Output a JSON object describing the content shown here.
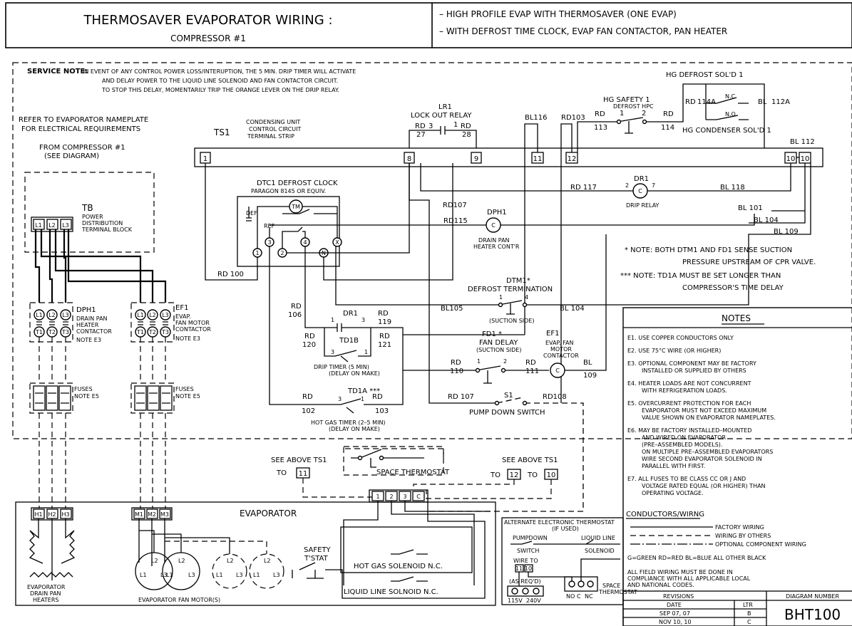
{
  "title": {
    "main": "THERMOSAVER EVAPORATOR WIRING :",
    "sub": "COMPRESSOR #1",
    "notes": [
      "– HIGH PROFILE EVAP WITH THERMOSAVER (ONE EVAP)",
      "– WITH DEFROST TIME CLOCK, EVAP FAN CONTACTOR, PAN HEATER"
    ]
  },
  "service_note": {
    "label": "SERVICE NOTE:",
    "lines": [
      "IN EVENT OF ANY CONTROL POWER LOSS/INTERUPTION, THE 5 MIN. DRIP TIMER WILL ACTIVATE",
      "AND DELAY POWER TO THE LIQUID LINE SOLENOID AND FAN CONTACTOR CIRCUIT.",
      "TO STOP THIS DELAY, MOMENTARILY TRIP THE ORANGE LEVER ON THE DRIP RELAY."
    ]
  },
  "refer": [
    "REFER TO EVAPORATOR NAMEPLATE",
    "FOR ELECTRICAL REQUIREMENTS"
  ],
  "from_comp": [
    "FROM COMPRESSOR #1",
    "(SEE DIAGRAM)"
  ],
  "ts1": {
    "id": "TS1",
    "desc": [
      "CONDENSING UNIT",
      "CONTROL CIRCUIT",
      "TERMINAL STRIP"
    ],
    "terminals": [
      "1",
      "8",
      "9",
      "11",
      "12",
      "10",
      "10"
    ]
  },
  "tb": {
    "id": "TB",
    "desc": [
      "POWER",
      "DISTRIBUTION",
      "TERMINAL BLOCK"
    ],
    "terms": [
      "L1",
      "L2",
      "L3"
    ]
  },
  "dph1": {
    "id": "DPH1",
    "desc": [
      "DRAIN PAN",
      "HEATER",
      "CONTACTOR"
    ],
    "note": "NOTE E3"
  },
  "ef1": {
    "id": "EF1",
    "desc": [
      "EVAP.",
      "FAN MOTOR",
      "CONTACTOR"
    ],
    "note": "NOTE E3"
  },
  "fuses": {
    "label": "FUSES",
    "note": "NOTE E5"
  },
  "contactor_terms": {
    "line": [
      "L1",
      "L2",
      "L3"
    ],
    "load": [
      "T1",
      "T2",
      "T3"
    ]
  },
  "dtc1": {
    "label": [
      "DTC1 DEFROST CLOCK",
      "PARAGON 8145 OR EQUIV."
    ],
    "motor": "TM",
    "def": "DEF",
    "ref": "REF",
    "terms": [
      "1",
      "3",
      "2",
      "4",
      "N",
      "X"
    ]
  },
  "lr1": {
    "id": "LR1",
    "label": "LOCK OUT RELAY",
    "contacts": [
      "3",
      "27",
      "1",
      "28"
    ]
  },
  "hg_safety": {
    "id": "HG SAFETY 1",
    "desc": "DEFROST HPC",
    "contacts": [
      "1",
      "2"
    ]
  },
  "hg_defrost_sol": {
    "label": "HG DEFROST SOL'D 1",
    "nc": "N.C.",
    "no": "N.O.",
    "wires": [
      "114A",
      "112A"
    ]
  },
  "hg_condenser_sol": "HG CONDENSER SOL'D 1",
  "dr1_relay": {
    "id": "DR1",
    "label": "DRIP RELAY",
    "contacts": [
      "2",
      "7"
    ]
  },
  "dph1_coil": {
    "id": "DPH1",
    "label": [
      "DRAIN PAN",
      "HEATER CONT'R"
    ]
  },
  "dtm1": {
    "id": "DTM1*",
    "label": "DEFROST TERMINATION",
    "side": "(SUCTION SIDE)",
    "contacts": [
      "1",
      "4"
    ]
  },
  "fd1": {
    "id": "FD1 *",
    "label": "FAN DELAY",
    "side": "(SUCTION SIDE)",
    "contacts": [
      "1",
      "2"
    ]
  },
  "ef1_coil": {
    "id": "EF1",
    "label": [
      "EVAP. FAN",
      "MOTOR",
      "CONTACTOR"
    ]
  },
  "dr1_contact": {
    "id": "DR1",
    "contacts": [
      "1",
      "3"
    ]
  },
  "td1b": {
    "id": "TD1B",
    "label": "DRIP TIMER (5 MIN)",
    "sub": "(DELAY ON MAKE)",
    "contacts": [
      "3",
      "1"
    ]
  },
  "td1a": {
    "id": "TD1A ***",
    "label": "HOT GAS TIMER (2–5 MIN)",
    "sub": "(DELAY ON MAKE)",
    "contacts": [
      "3",
      "1"
    ]
  },
  "s1": {
    "id": "S1",
    "label": "PUMP DOWN SWITCH"
  },
  "notes_star": [
    "* NOTE: BOTH DTM1 AND FD1 SENSE SUCTION",
    "PRESSURE UPSTREAM OF CPR VALVE.",
    "*** NOTE: TD1A MUST BE SET LONGER THAN",
    "COMPRESSOR'S TIME DELAY"
  ],
  "wires": {
    "rd": "RD",
    "bl": "BL",
    "rd100": "RD 100",
    "rd117": "RD 117",
    "bl118": "BL 118",
    "bl101": "BL 101",
    "bl104": "BL 104",
    "bl109": "BL 109",
    "rd107": "RD107",
    "rd115": "RD115",
    "bl116": "BL116",
    "rd103": "RD103",
    "bl105": "BL105",
    "bl104b": "BL 104",
    "n106": "106",
    "n119": "119",
    "n120": "120",
    "n121": "121",
    "n110": "110",
    "n111": "111",
    "n109": "109",
    "n102": "102",
    "n103": "103",
    "rd107b": "RD 107",
    "rd108": "RD108",
    "n113": "113",
    "n114": "114",
    "n112": "BL  112"
  },
  "thermostat": {
    "see1": "SEE ABOVE TS1",
    "to11": "TO",
    "t11": "11",
    "see2": "SEE ABOVE TS1",
    "to12": "TO",
    "t12": "12",
    "to10": "TO",
    "t10": "10",
    "label": "SPACE THERMOSTAT"
  },
  "evaporator": {
    "label": "EVAPORATOR",
    "heater_terms": [
      "H1",
      "H2",
      "H3"
    ],
    "motor_terms": [
      "M1",
      "M2",
      "M3"
    ],
    "heaters_label": [
      "EVAPORATOR",
      "DRAIN PAN",
      "HEATERS"
    ],
    "motors_label": "EVAPORATOR FAN MOTOR(S)",
    "motor_pins": [
      "L1",
      "L2",
      "L3"
    ],
    "tstrip": [
      "1",
      "2",
      "3",
      "C"
    ],
    "safety": [
      "SAFETY",
      "T'STAT"
    ],
    "hot_gas": "HOT GAS SOLENOID N.C.",
    "liquid_line": "LIQUID LINE SOLNOID N.C."
  },
  "alt_thermostat": {
    "title": "ALTERNATE ELECTRONIC THERMOSTAT",
    "sub": "(IF USED)",
    "pumpdown": [
      "PUMPDOWN",
      "SWITCH"
    ],
    "liquid": [
      "LIQUID LINE",
      "SOLENOID"
    ],
    "wire": "WIRE TO",
    "terms": [
      "11",
      "10"
    ],
    "asreq": "(AS REQ'D)",
    "volts": [
      "115V",
      "240V"
    ],
    "contacts": [
      "NO",
      "C",
      "NC"
    ],
    "space": [
      "SPACE",
      "THERMOSTAT"
    ]
  },
  "notes_panel": {
    "heading": "NOTES",
    "items": [
      [
        "E1. USE COPPER CONDUCTORS ONLY"
      ],
      [
        "E2. USE 75°C WIRE (OR HIGHER)"
      ],
      [
        "E3. OPTIONAL COMPONENT MAY BE FACTORY",
        "INSTALLED OR SUPPLIED BY OTHERS"
      ],
      [
        "E4. HEATER LOADS ARE NOT CONCURRENT",
        "WITH REFRIGERATION LOADS."
      ],
      [
        "E5. OVERCURRENT PROTECTION FOR EACH",
        "EVAPORATOR MUST NOT EXCEED MAXIMUM",
        "VALUE SHOWN ON EVAPORATOR NAMEPLATES."
      ],
      [
        "E6. MAY BE FACTORY INSTALLED–MOUNTED",
        "AND WIRED ON EVAPORATOR",
        "(PRE–ASSEMBLED MODELS).",
        "ON MULTIPLE PRE–ASSEMBLED EVAPORATORS",
        "WIRE SECOND EVAPORATOR SOLENOID IN",
        "PARALLEL WITH FIRST."
      ],
      [
        "E7. ALL FUSES TO BE CLASS CC OR J AND",
        "VOLTAGE RATED EQUAL (OR HIGHER) THAN",
        "OPERATING VOLTAGE."
      ]
    ],
    "conductors": "CONDUCTORS/WIRNG",
    "legend": [
      "FACTORY WIRING",
      "WIRING BY OTHERS",
      "OPTIONAL COMPONENT WIRING"
    ],
    "colors": "G=GREEN   RD=RED   BL=BLUE    ALL OTHER BLACK",
    "field": [
      "ALL FIELD WIRING MUST BE DONE IN",
      "COMPLIANCE WITH ALL APPLICABLE LOCAL",
      "AND NATIONAL CODES."
    ]
  },
  "revisions": {
    "heading": "REVISIONS",
    "col_date": "DATE",
    "col_ltr": "LTR",
    "rows": [
      [
        "SEP 07, 07",
        "B"
      ],
      [
        "NOV 10, 10",
        "C"
      ]
    ],
    "diag_label": "DIAGRAM NUMBER",
    "diag_num": "BHT100"
  }
}
